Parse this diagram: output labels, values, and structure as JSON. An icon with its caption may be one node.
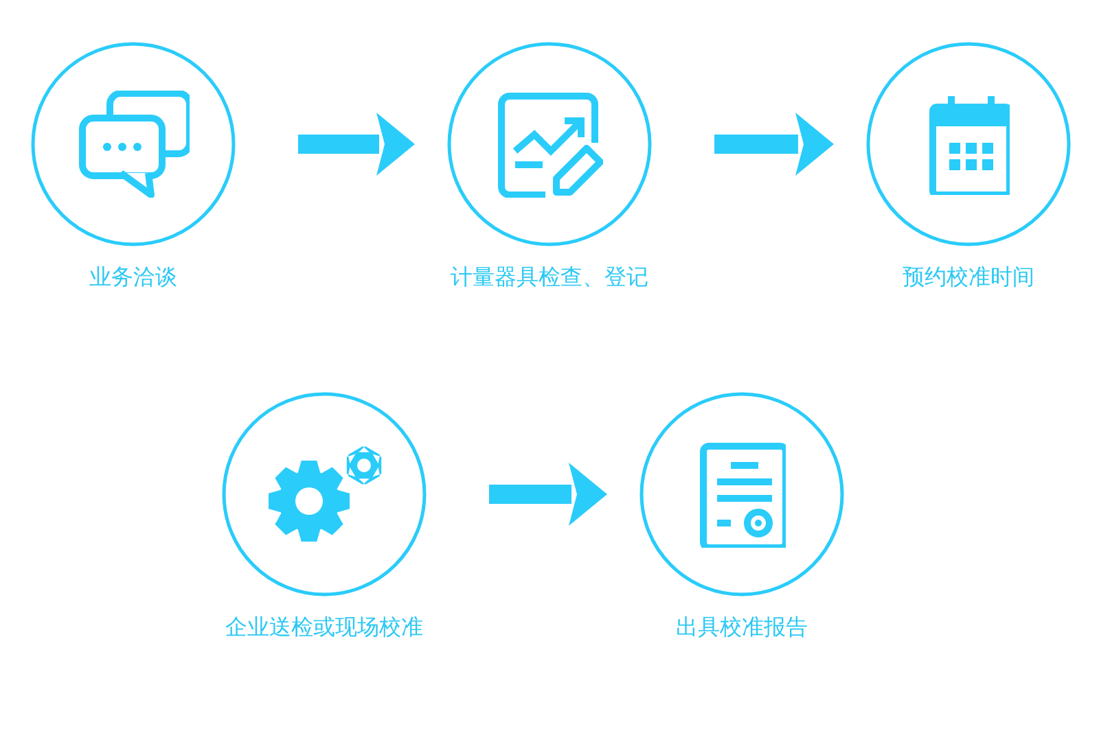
{
  "diagram": {
    "nodes": [
      {
        "text": [
          "业务洽谈"
        ]
      },
      {
        "text": [
          "计量器具检查、登记"
        ]
      },
      {
        "text": [
          "预约校准时间"
        ]
      },
      {
        "text": [
          "企业送检或现场校准"
        ]
      },
      {
        "text": [
          "出具校准报告"
        ]
      }
    ],
    "edges": [
      {
        "from": 0,
        "to": 1,
        "arrow": "to"
      },
      {
        "from": 1,
        "to": 2,
        "arrow": "to"
      },
      {
        "from": 3,
        "to": 4,
        "arrow": "to"
      }
    ]
  }
}
